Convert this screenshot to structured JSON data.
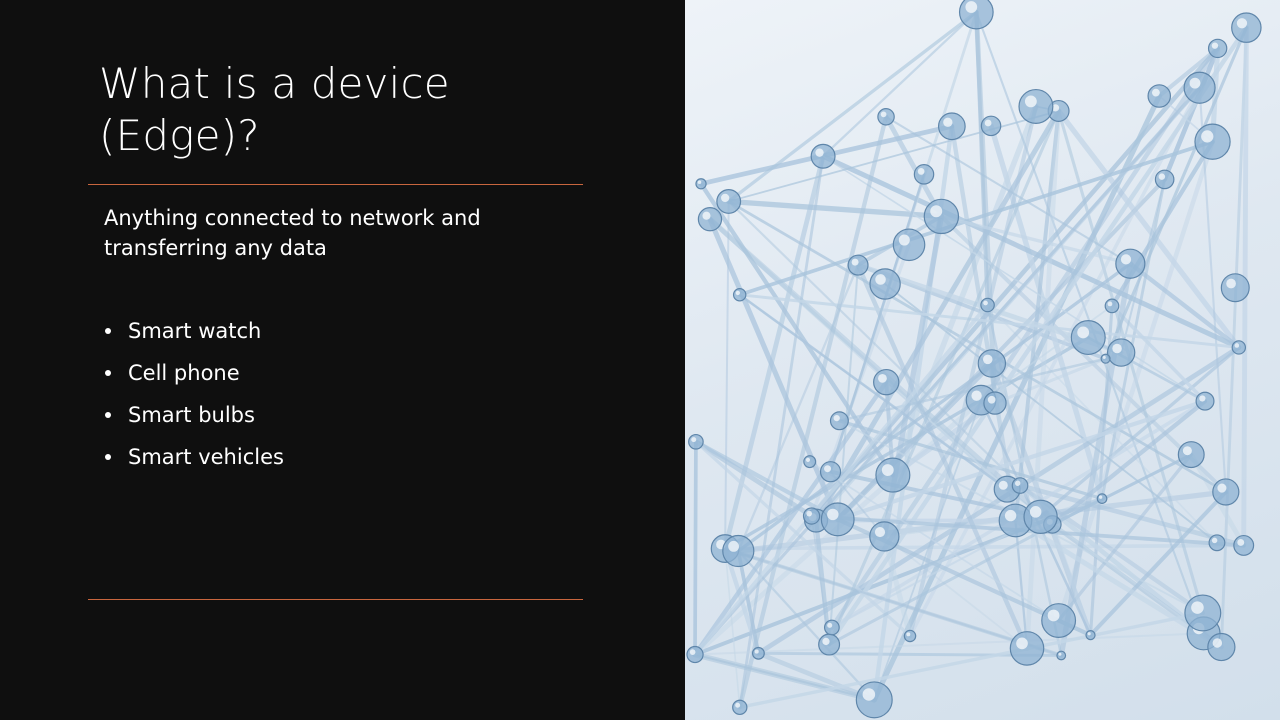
{
  "slide": {
    "title_lines": [
      "What is a device",
      "(Edge)?"
    ],
    "subtitle_lines": [
      "Anything connected to network and",
      "transferring any data"
    ],
    "bullets": [
      "Smart watch",
      "Cell phone",
      "Smart bulbs",
      "Smart vehicles"
    ]
  },
  "colors": {
    "background": "#0f0f0f",
    "text": "#ffffff",
    "accent_rule": "#c8663e",
    "photo_background": "#e3ebf3",
    "photo_strand": "#a9c4dc",
    "photo_node": "#8fb3d3"
  },
  "image": {
    "subject": "network-of-connected-nodes"
  }
}
